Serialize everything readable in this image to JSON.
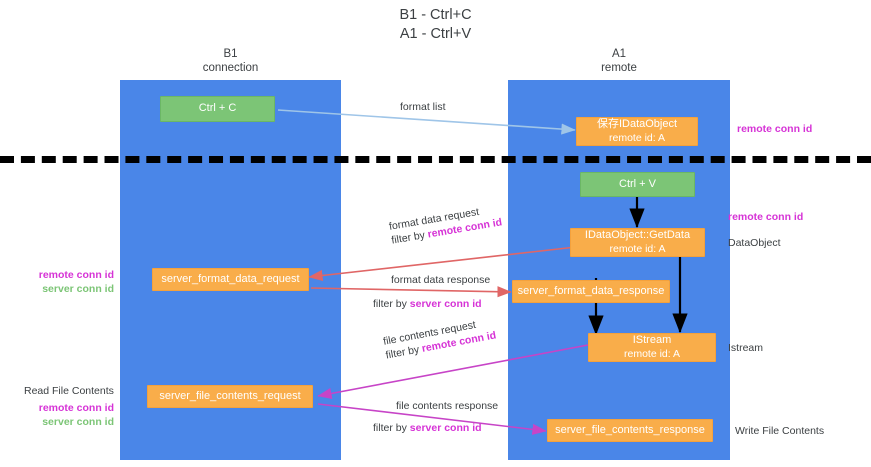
{
  "title": {
    "line1": "B1 - Ctrl+C",
    "line2": "A1 - Ctrl+V"
  },
  "lanes": [
    {
      "id": "b1",
      "name": "B1",
      "role": "connection"
    },
    {
      "id": "a1",
      "name": "A1",
      "role": "remote"
    }
  ],
  "nodes": {
    "ctrl_c": {
      "label": "Ctrl + C"
    },
    "ctrl_v": {
      "label": "Ctrl + V"
    },
    "idataobject_saved": {
      "line1": "保存IDataObject",
      "line2": "remote id: A"
    },
    "idataobject_getdata": {
      "line1": "IDataObject::GetData",
      "line2": "remote id: A"
    },
    "istream": {
      "line1": "IStream",
      "line2": "remote id: A"
    },
    "server_format_data_request": {
      "label": "server_format_data_request"
    },
    "server_format_data_response": {
      "label": "server_format_data_response"
    },
    "server_file_contents_request": {
      "label": "server_file_contents_request"
    },
    "server_file_contents_response": {
      "label": "server_file_contents_response"
    }
  },
  "edge_labels": {
    "format_list": "format list",
    "format_data_request": "format data request",
    "format_data_request_filter_prefix": "filter by ",
    "format_data_request_filter_key": "remote conn id",
    "format_data_response": "format data response",
    "format_data_response_filter_prefix": "filter by ",
    "format_data_response_filter_key": "server conn id",
    "file_contents_request": "file contents request",
    "file_contents_request_filter_prefix": "filter by ",
    "file_contents_request_filter_key": "remote conn id",
    "file_contents_response": "file contents response",
    "file_contents_response_filter_prefix": "filter by ",
    "file_contents_response_filter_key": "server conn id"
  },
  "annotations": {
    "right_top_remote_conn_id": "remote conn id",
    "right_mid_remote_conn_id": "remote conn id",
    "right_dataobject": "DataObject",
    "right_istream": "Istream",
    "right_write_file_contents": "Write File Contents",
    "left_conn_ids_top": {
      "remote": "remote conn id",
      "server": "server conn id"
    },
    "left_read_file_contents": "Read File Contents",
    "left_conn_ids_bottom": {
      "remote": "remote conn id",
      "server": "server conn id"
    }
  },
  "colors": {
    "lane": "#4a86e8",
    "green_node": "#7cc576",
    "orange_node": "#f9ad4a",
    "arrow_format_list": "#9fc5e8",
    "arrow_format_data": "#e06666",
    "arrow_file_contents": "#c744c7",
    "arrow_internal": "#000000",
    "highlight_remote": "#d633d6",
    "highlight_server": "#7cc576",
    "text": "#3c4043"
  }
}
